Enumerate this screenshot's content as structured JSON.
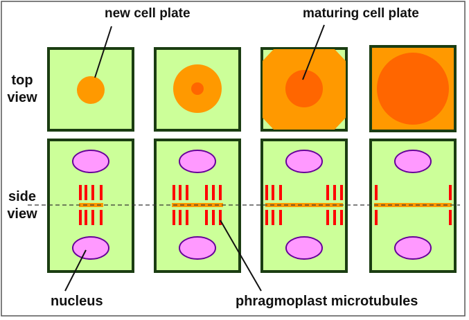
{
  "labels": {
    "new_cell_plate": "new cell plate",
    "maturing_cell_plate": "maturing cell plate",
    "top_view_line1": "top",
    "top_view_line2": "view",
    "side_view_line1": "side",
    "side_view_line2": "view",
    "nucleus": "nucleus",
    "phragmoplast_microtubules": "phragmoplast microtubules"
  },
  "colors": {
    "cell_fill": "#ccff99",
    "cell_border": "#1b3d12",
    "plate_orange": "#ff9900",
    "plate_dark": "#ff6600",
    "nucleus_fill": "#ff99ff",
    "nucleus_border": "#660099",
    "microtubule": "#ff0000",
    "divider_line": "#333333"
  },
  "stages": [
    {
      "stage": 1,
      "top_plate": "new-small-disc",
      "microtubule_sets": "central"
    },
    {
      "stage": 2,
      "top_plate": "expanding-disc",
      "microtubule_sets": "split"
    },
    {
      "stage": 3,
      "top_plate": "maturing-disc",
      "microtubule_sets": "edges"
    },
    {
      "stage": 4,
      "top_plate": "mature-disc",
      "microtubule_sets": "outer-edges"
    }
  ]
}
